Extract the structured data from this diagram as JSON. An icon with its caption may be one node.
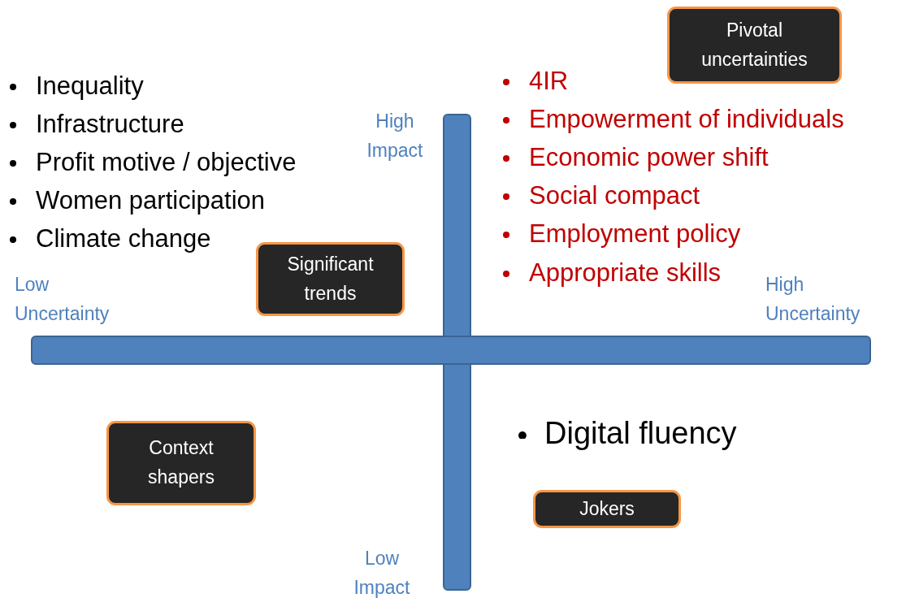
{
  "diagram": {
    "nodes": [
      {
        "text": [
          "Pivotal uncertainties"
        ]
      },
      {
        "text": [
          "Significant trends"
        ]
      },
      {
        "text": [
          "Context shapers"
        ]
      },
      {
        "text": [
          "Jokers"
        ]
      },
      {
        "text": [],
        "shape": "bar"
      },
      {
        "text": [],
        "shape": "bar"
      }
    ],
    "labels": [
      "Inequality",
      "Infrastructure",
      "Profit motive / objective",
      "Women participation",
      "Climate change",
      "4IR",
      "Empowerment of individuals",
      "Economic power shift",
      "Social compact",
      "Employment policy",
      "Appropriate skills",
      "High Impact",
      "Low Uncertainty",
      "High Uncertainty",
      "Digital fluency",
      "Low Impact"
    ]
  }
}
